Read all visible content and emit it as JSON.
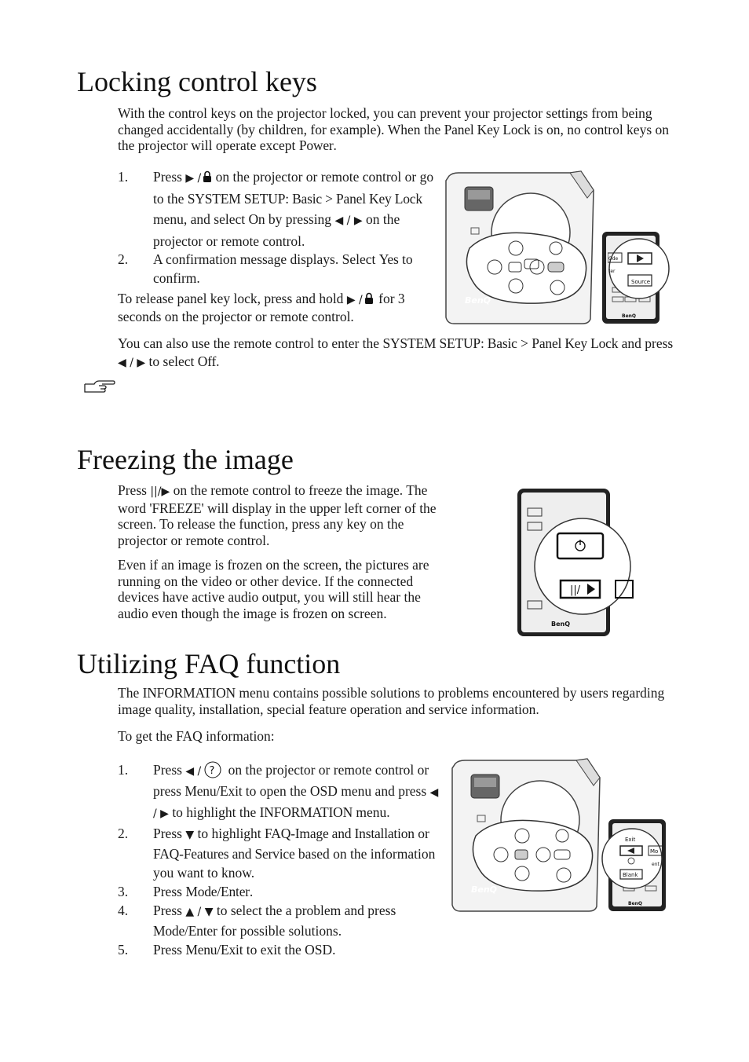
{
  "section1": {
    "title": "Locking control keys",
    "intro": {
      "t1": "With the control keys on the projector locked, you can prevent your projector settings from being changed accidentally (by children, for example). When the ",
      "k1": "Panel Key Lock",
      "t2": " is on, no control keys on the projector will operate except ",
      "k2": "Power",
      "t3": "."
    },
    "steps": [
      {
        "num": "1.",
        "t1": "Press ",
        "sym1": "▶ /",
        "t2": " on the projector or remote control or go to the ",
        "k1": "SYSTEM SETUP: Basic > Panel Key Lock",
        "t3": " menu, and select ",
        "k2": "On",
        "t4": " by pressing ",
        "sym2": "◀ / ▶",
        "t5": " on the projector or remote control."
      },
      {
        "num": "2.",
        "t1": "A confirmation message displays. Select ",
        "k1": "Yes",
        "t2": " to confirm."
      }
    ],
    "release": {
      "t1": "To release panel key lock, press and hold ",
      "sym": "▶ /",
      "t2": " for 3 seconds on the projector or remote control."
    },
    "remote": {
      "t1": "You can also use the remote control to enter the ",
      "k1": "SYSTEM SETUP: Basic",
      "t2": " > ",
      "k2": "Panel Key Lock",
      "t3": " and press ",
      "sym": "◀ / ▶",
      "t4": " to select ",
      "k3": "Off",
      "t5": "."
    },
    "figure": {
      "brand": "BenQ",
      "remote_brand": "BenQ",
      "source_label": "Source",
      "labels": [
        "Ode",
        "ter"
      ]
    }
  },
  "section2": {
    "title": "Freezing the image",
    "p1": {
      "t1": "Press ",
      "sym": "||/▶",
      "t2": " on the remote control to freeze the image. The word '",
      "k1": "FREEZE",
      "t3": "' will display in the upper left corner of the screen. To release the function, press any key on the projector or remote control."
    },
    "p2": "Even if an image is frozen on the screen, the pictures are running on the video or other device. If the connected devices have active audio output, you will still hear the audio even though the image is frozen on screen.",
    "figure": {
      "brand": "BenQ"
    }
  },
  "section3": {
    "title": "Utilizing FAQ function",
    "p1": {
      "t1": "The ",
      "k1": "INFORMATION",
      "t2": " menu contains possible solutions to problems encountered by users regarding image quality, installation, special feature operation and service information."
    },
    "p2": "To get the FAQ information:",
    "steps": [
      {
        "num": "1.",
        "t1": "Press ",
        "sym": "◀ /",
        "t2": " on the projector or remote control or press ",
        "k1": "Menu/Exit",
        "t3": " to open the OSD menu and press ",
        "sym2": "◀ / ▶",
        "t4": " to highlight the ",
        "k2": "INFORMATION",
        "t5": " menu."
      },
      {
        "num": "2.",
        "t1": "Press ",
        "sym": "▼",
        "t2": " to highlight ",
        "k1": "FAQ-Image and Installation",
        "t3": " or ",
        "k2": "FAQ-Features and Service",
        "t4": " based on the information you want to know."
      },
      {
        "num": "3.",
        "t1": "Press ",
        "k1": "Mode/Enter",
        "t2": "."
      },
      {
        "num": "4.",
        "t1": "Press ",
        "sym": "▲ / ▼",
        "t2": " to select the a problem and press ",
        "k1": "Mode/Enter",
        "t3": " for possible solutions."
      },
      {
        "num": "5.",
        "t1": "Press ",
        "k1": "Menu/Exit",
        "t2": " to exit the OSD."
      }
    ],
    "figure": {
      "brand": "BenQ",
      "remote_brand": "BenQ",
      "exit_label": "Exit",
      "blank_label": "Blank",
      "labels": [
        "Mo",
        "ent"
      ]
    }
  }
}
